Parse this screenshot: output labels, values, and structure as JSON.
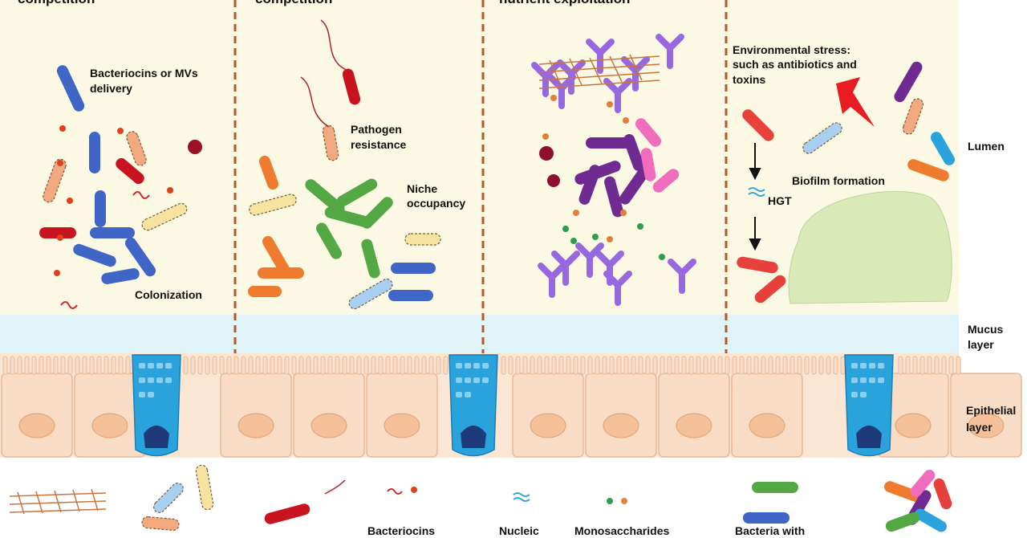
{
  "panels": [
    {
      "title": "competition",
      "labels": [
        "Bacteriocins or MVs",
        "delivery",
        "Colonization"
      ]
    },
    {
      "title": "competition",
      "labels": [
        "Pathogen",
        "resistance",
        "Niche",
        "occupancy"
      ]
    },
    {
      "title": "nutrient exploitation",
      "labels": []
    },
    {
      "title": "",
      "labels": [
        "Environmental stress:",
        "such as antibiotics and",
        "toxins",
        "HGT",
        "Biofilm formation"
      ]
    }
  ],
  "side_labels": {
    "lumen": "Lumen",
    "mucus": [
      "Mucus",
      "layer"
    ],
    "epithelial": [
      "Epithelial",
      "layer"
    ]
  },
  "legend": [
    "Bacteriocins",
    "Nucleic",
    "Monosaccharides",
    "Bacteria with"
  ],
  "colors": {
    "lumen_bg": "#fbf9e4",
    "mucus": "#dff3f9",
    "epithelium": "#f8d7bf",
    "divider": "#b05a2a",
    "goblet": "#2aa2dc"
  }
}
